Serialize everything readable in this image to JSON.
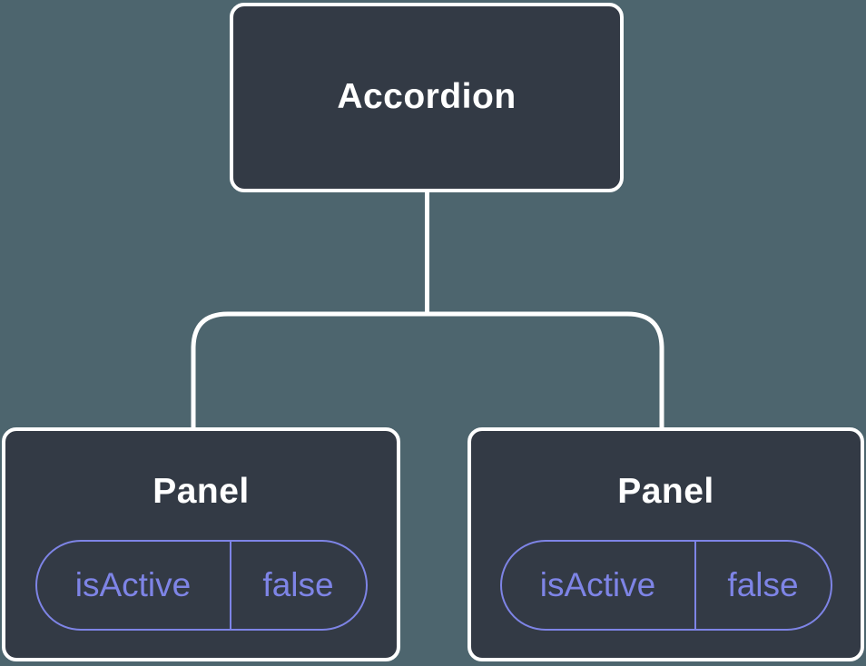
{
  "diagram": {
    "type": "component-tree",
    "root": {
      "label": "Accordion"
    },
    "children": [
      {
        "label": "Panel",
        "state": {
          "key": "isActive",
          "value": "false"
        }
      },
      {
        "label": "Panel",
        "state": {
          "key": "isActive",
          "value": "false"
        }
      }
    ],
    "colors": {
      "background": "#4d656e",
      "node_fill": "#333a45",
      "node_border": "#ffffff",
      "node_text": "#ffffff",
      "state_accent": "#7e84e6",
      "connector": "#ffffff"
    }
  }
}
